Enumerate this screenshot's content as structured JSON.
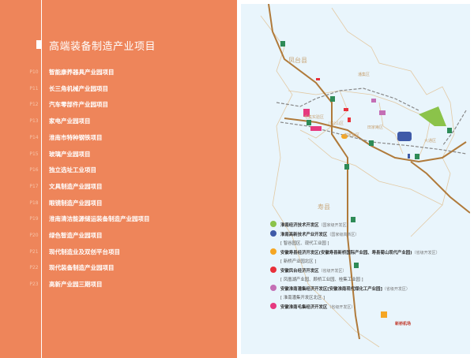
{
  "left": {
    "title": "高端装备制造产业项目",
    "items": [
      {
        "page": "P10",
        "label": "智能康养器具产业园项目"
      },
      {
        "page": "P11",
        "label": "长三角机械产业园项目"
      },
      {
        "page": "P12",
        "label": "汽车零部件产业园项目"
      },
      {
        "page": "P13",
        "label": "家电产业园项目"
      },
      {
        "page": "P14",
        "label": "淮南市特种钢铁项目"
      },
      {
        "page": "P15",
        "label": "玻璃产业园项目"
      },
      {
        "page": "P16",
        "label": "独立选址工业项目"
      },
      {
        "page": "P17",
        "label": "文具制造产业园项目"
      },
      {
        "page": "P18",
        "label": "眼镜制造产业园项目"
      },
      {
        "page": "P19",
        "label": "淮南清洁能源储运装备制造产业园项目"
      },
      {
        "page": "P20",
        "label": "绿色智造产业园项目"
      },
      {
        "page": "P21",
        "label": "现代制造业及双创平台项目"
      },
      {
        "page": "P22",
        "label": "现代装备制造产业园项目"
      },
      {
        "page": "P23",
        "label": "高新产业园三期项目"
      }
    ]
  },
  "map": {
    "districts": {
      "fengtai": "凤台县",
      "panji": "潘集区",
      "maoji": "毛集实验区",
      "bagongshan": "八公山区",
      "xiejiaji": "谢家集区",
      "tianjiaan": "田家庵区",
      "datong": "大通区",
      "shouxian": "寿县"
    },
    "airport": "新桥机场",
    "legend": [
      {
        "color": "#8BC34A",
        "name": "淮南经济技术开发区",
        "tag": "（国家级开发区）",
        "sub": ""
      },
      {
        "color": "#3F5AA8",
        "name": "淮南高新技术产业开发区",
        "tag": "（国家级高新区）",
        "sub": "[ 智谷园区、现代工业园 ]"
      },
      {
        "color": "#F5A623",
        "name": "安徽寿县经济开发区(安徽寿县新桥国际产业园、寿县菊山现代产业园)",
        "tag": "（省级开发区）",
        "sub": "[ 新桥产业园北区 ]"
      },
      {
        "color": "#E8303A",
        "name": "安徽凤台经济开发区",
        "tag": "（省级开发区）",
        "sub": "[ 凤凰湖产业园、顾桥工业园、桂集工业园 ]"
      },
      {
        "color": "#C46FB5",
        "name": "安徽淮南潘集经济开发区[安徽淮南现代煤化工产业园]",
        "tag": "（省级开发区）",
        "sub": "[ 淮南潘集开发区北区 ]"
      },
      {
        "color": "#E6397F",
        "name": "安徽淮南毛集经济开发区",
        "tag": "（省级开发区）",
        "sub": ""
      }
    ]
  }
}
